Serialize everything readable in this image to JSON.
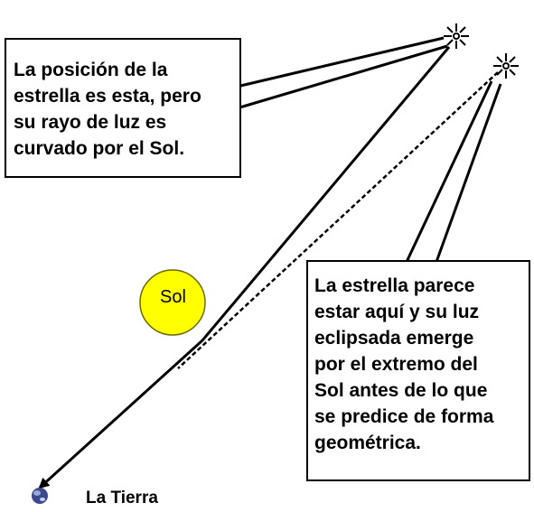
{
  "labels": {
    "actual_position_note": "La posición de la\nestrella es esta, pero\nsu rayo de luz es\ncurvado por el Sol.",
    "apparent_position_note": "La estrella parece\nestar aquí y su luz\neclipsada emerge\npor el extremo del\nSol antes de lo que\nse predice de forma\ngeométrica.",
    "sun": "Sol",
    "earth": "La Tierra"
  },
  "colors": {
    "sun_fill": "#ffff00",
    "sun_stroke": "#6b6b00",
    "earth": "#3a4a8c",
    "lines": "#000000"
  },
  "icons": {
    "actual_star": "star-burst-icon",
    "apparent_star": "star-burst-icon",
    "earth": "planet-earth-icon"
  }
}
